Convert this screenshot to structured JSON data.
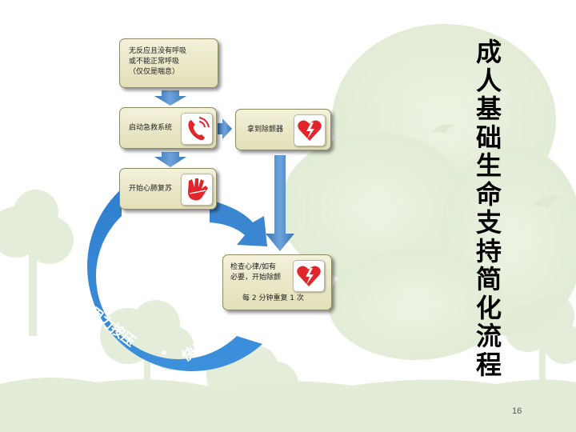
{
  "slide": {
    "title": "成人基础生命支持简化流程",
    "page_number": "16"
  },
  "flow": {
    "step1": "无反应且没有呼吸\n或不能正常呼吸\n（仅仅是喘息）",
    "step2": "启动急救系统",
    "step3": "拿到除颤器",
    "step4": "开始心肺复苏",
    "step5": "检查心律/如有\n必要，开始除颤",
    "step5_note": "每 2 分钟重复 1 次",
    "loop_text_1": "用力按压",
    "loop_separator": "•",
    "loop_text_2": "快速按压"
  },
  "icons": {
    "step2": "phone-icon",
    "step3": "defibrillator-heart-icon",
    "step4": "cpr-hands-icon",
    "step5": "defibrillator-heart-icon"
  },
  "colors": {
    "box_fill": "#eae7c6",
    "arrow_blue": "#4a86c8",
    "loop_blue": "#3b86d0",
    "icon_red": "#e1252b",
    "leaf_green": "#e6efd9"
  }
}
